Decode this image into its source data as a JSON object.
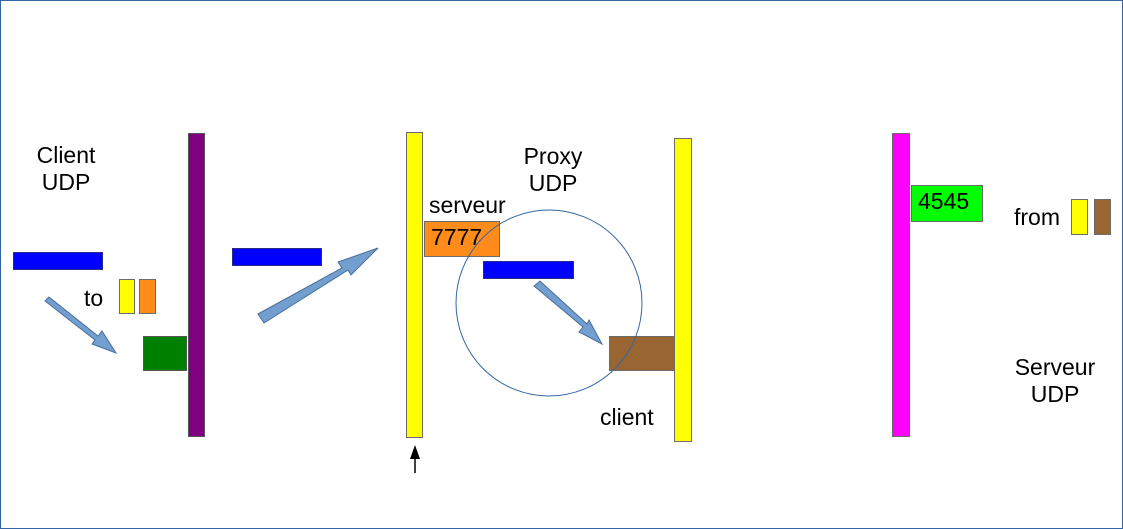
{
  "labels": {
    "client_udp": [
      "Client",
      "UDP"
    ],
    "proxy_udp": [
      "Proxy",
      "UDP"
    ],
    "serveur_udp": [
      "Serveur",
      "UDP"
    ],
    "to": "to",
    "from": "from",
    "serveur": "serveur",
    "client": "client"
  },
  "ports": {
    "proxy_server_port": "7777",
    "server_port": "4545"
  },
  "colors": {
    "client_bar": "#800080",
    "proxy_left_bar": "#ffff00",
    "proxy_right_bar": "#ffff00",
    "server_bar": "#ff00ff",
    "packet": "#0000ff",
    "client_socket": "#008000",
    "proxy_server_socket": "#ff8c1a",
    "proxy_client_socket": "#996633",
    "server_socket": "#00ff00",
    "arrow": "#729fcf",
    "circle": "#3465a4"
  }
}
